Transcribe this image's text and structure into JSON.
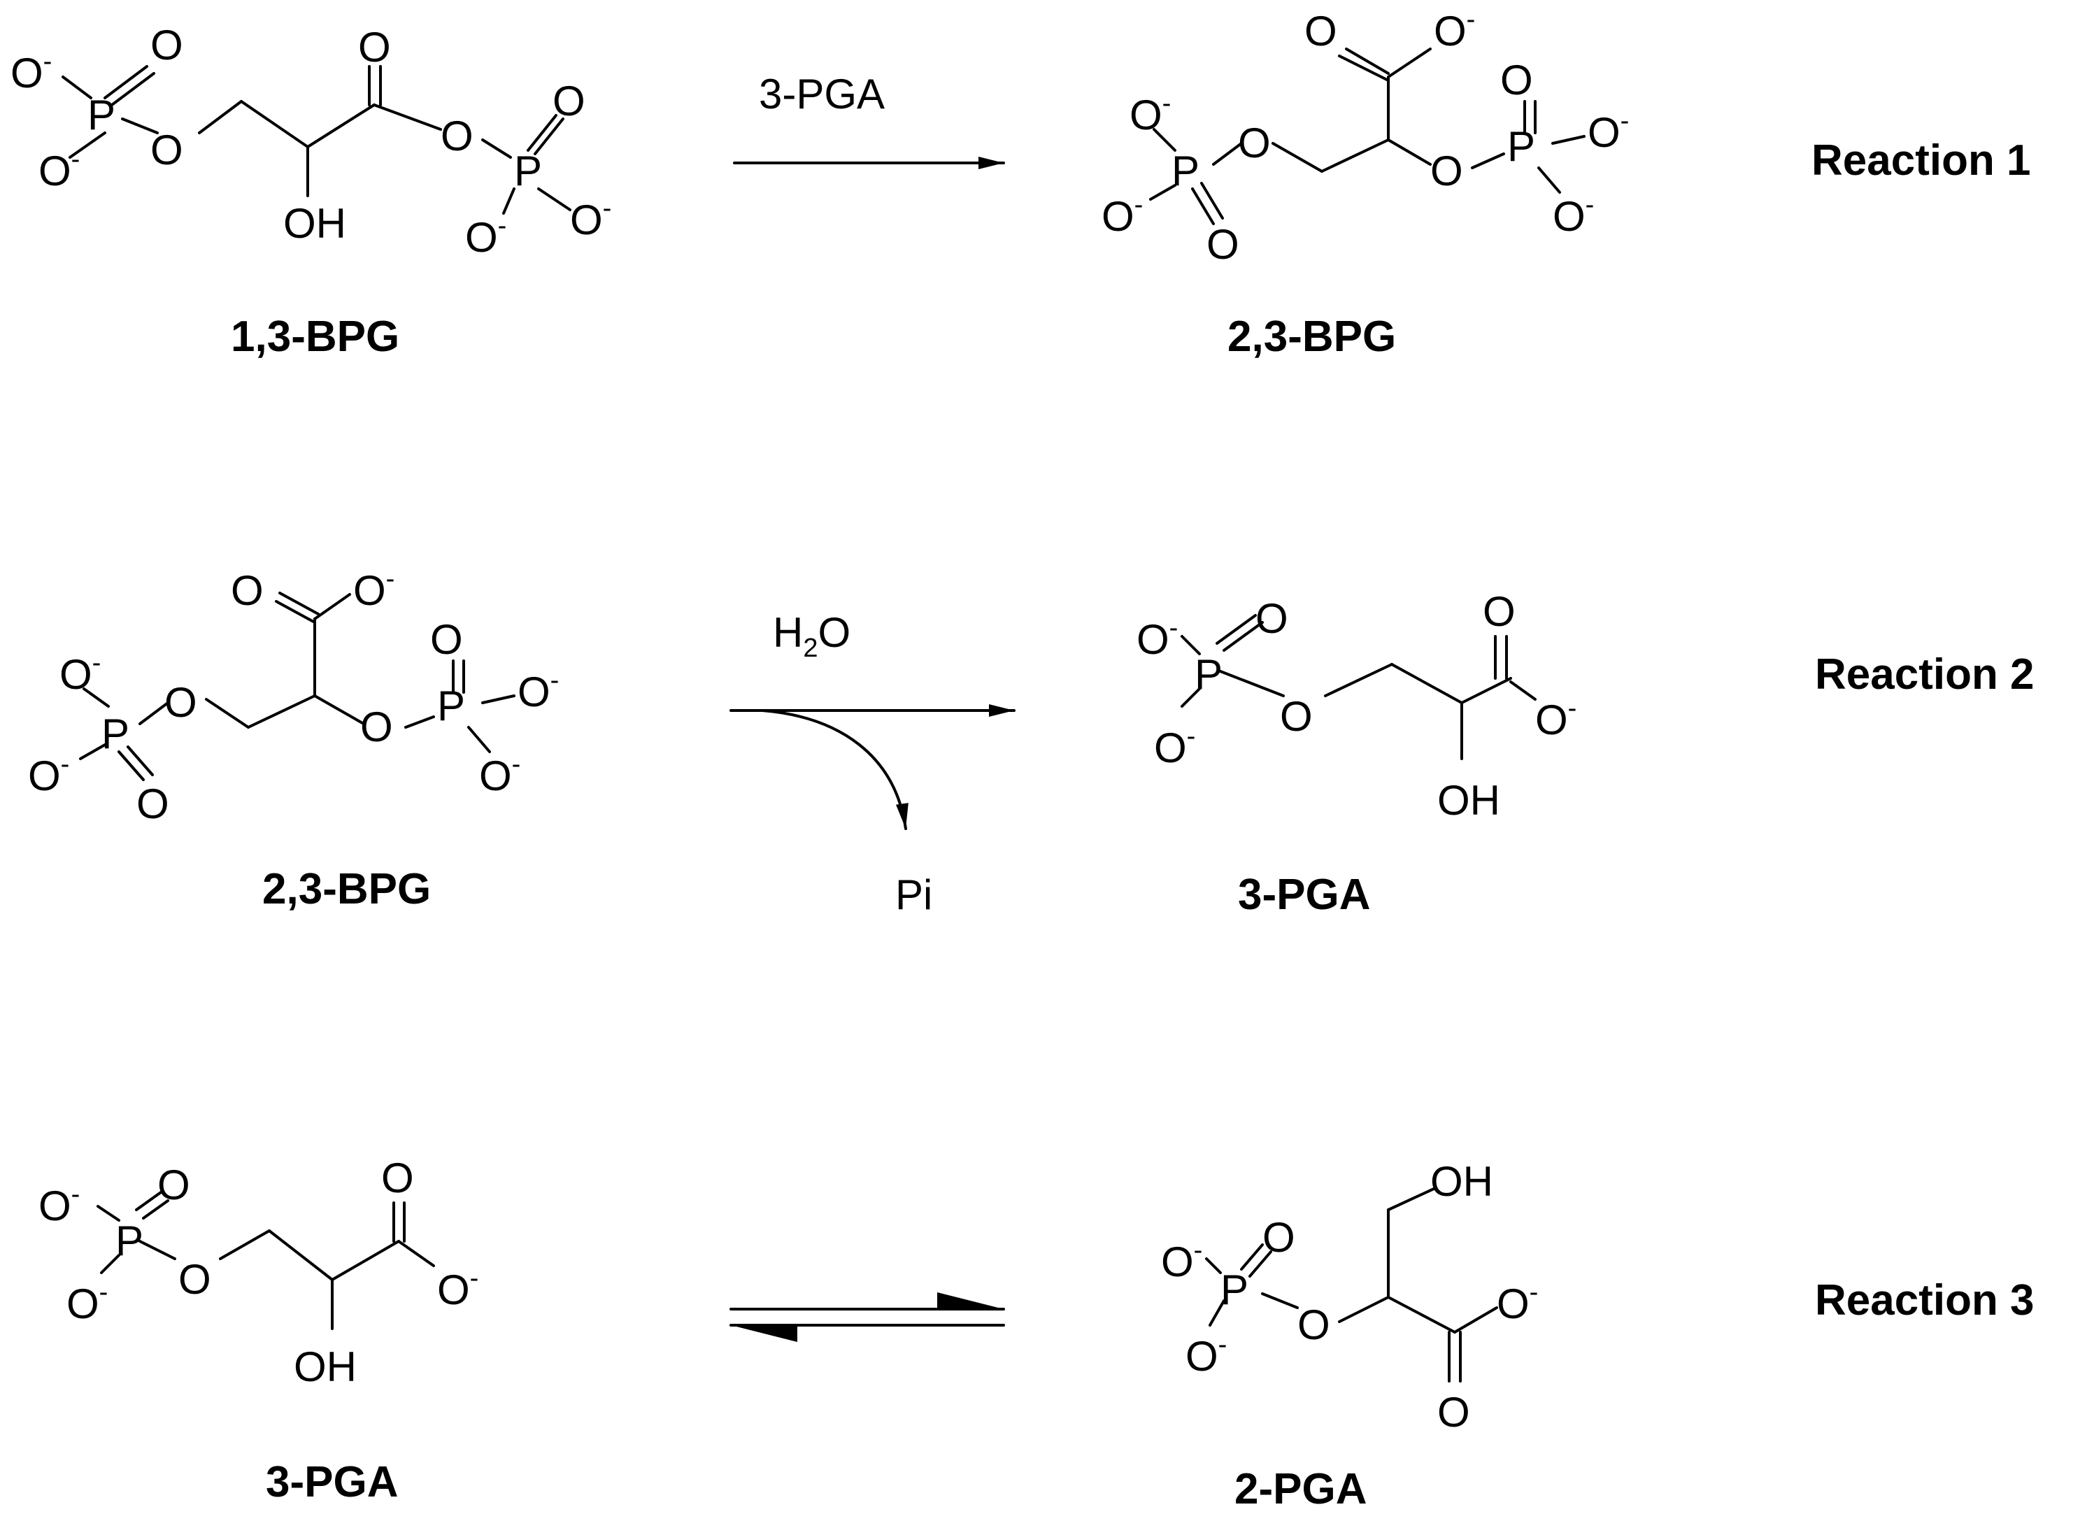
{
  "reactions": [
    {
      "label": "Reaction 1",
      "reactant": {
        "name": "1,3-BPG"
      },
      "agent": "3-PGA",
      "product": {
        "name": "2,3-BPG"
      }
    },
    {
      "label": "Reaction 2",
      "reactant": {
        "name": "2,3-BPG"
      },
      "agent_main": "H",
      "agent_sub": "2",
      "agent_tail": "O",
      "byproduct": "Pi",
      "product": {
        "name": "3-PGA"
      }
    },
    {
      "label": "Reaction 3",
      "reactant": {
        "name": "3-PGA"
      },
      "product": {
        "name": "2-PGA"
      },
      "arrow": "equilibrium"
    }
  ],
  "atoms": {
    "oxygen": "O",
    "phosphorus": "P",
    "hydroxyl": "OH",
    "charge": "-"
  }
}
